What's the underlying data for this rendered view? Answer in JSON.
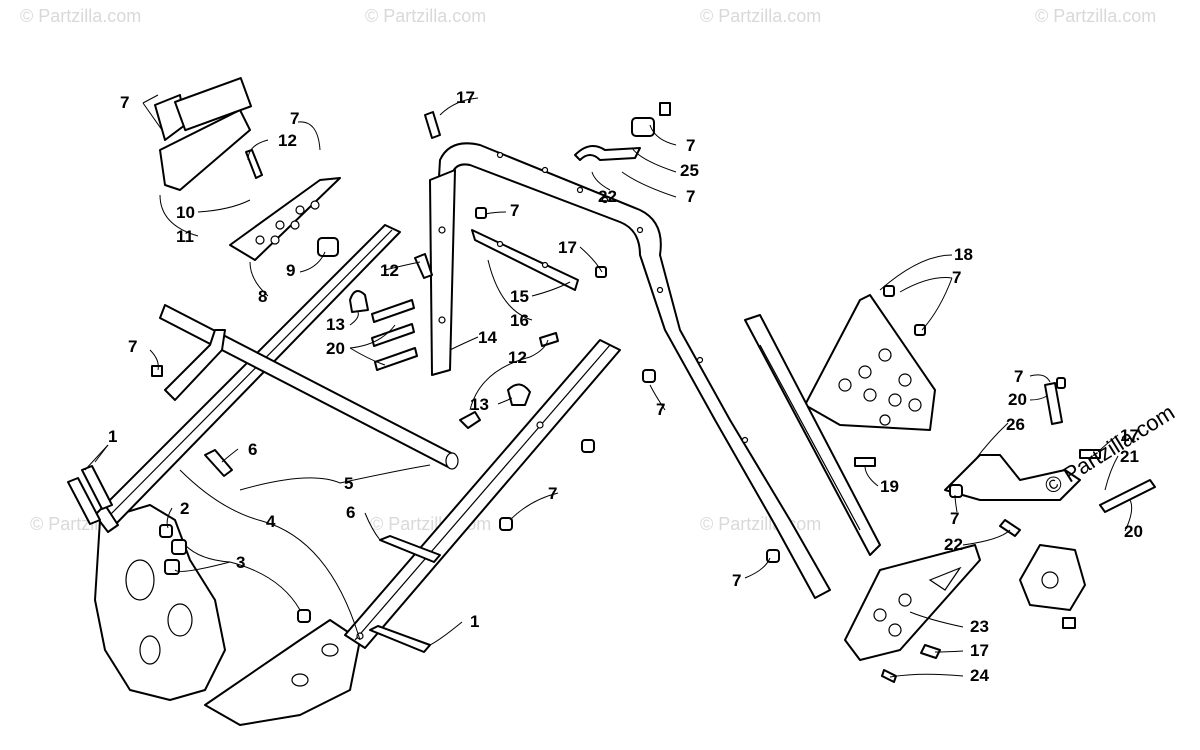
{
  "diagram": {
    "watermark_text": "© Partzilla.com",
    "brand_text": "© Partzilla.com",
    "callouts": [
      {
        "id": "c7a",
        "label": "7"
      },
      {
        "id": "c17a",
        "label": "17"
      },
      {
        "id": "c7b",
        "label": "7"
      },
      {
        "id": "c12a",
        "label": "12"
      },
      {
        "id": "c10",
        "label": "10"
      },
      {
        "id": "c11",
        "label": "11"
      },
      {
        "id": "c9",
        "label": "9"
      },
      {
        "id": "c8",
        "label": "8"
      },
      {
        "id": "c7c",
        "label": "7"
      },
      {
        "id": "c25",
        "label": "25"
      },
      {
        "id": "c22a",
        "label": "22"
      },
      {
        "id": "c7d",
        "label": "7"
      },
      {
        "id": "c7e",
        "label": "7"
      },
      {
        "id": "c17b",
        "label": "17"
      },
      {
        "id": "c18",
        "label": "18"
      },
      {
        "id": "c7f",
        "label": "7"
      },
      {
        "id": "c12b",
        "label": "12"
      },
      {
        "id": "c15",
        "label": "15"
      },
      {
        "id": "c16",
        "label": "16"
      },
      {
        "id": "c13a",
        "label": "13"
      },
      {
        "id": "c20a",
        "label": "20"
      },
      {
        "id": "c14",
        "label": "14"
      },
      {
        "id": "c7g",
        "label": "7"
      },
      {
        "id": "c12c",
        "label": "12"
      },
      {
        "id": "c13b",
        "label": "13"
      },
      {
        "id": "c7h",
        "label": "7"
      },
      {
        "id": "c1a",
        "label": "1"
      },
      {
        "id": "c6a",
        "label": "6"
      },
      {
        "id": "c7i",
        "label": "7"
      },
      {
        "id": "c20b",
        "label": "20"
      },
      {
        "id": "c26",
        "label": "26"
      },
      {
        "id": "c17c",
        "label": "17"
      },
      {
        "id": "c21",
        "label": "21"
      },
      {
        "id": "c2",
        "label": "2"
      },
      {
        "id": "c5",
        "label": "5"
      },
      {
        "id": "c4",
        "label": "4"
      },
      {
        "id": "c19",
        "label": "19"
      },
      {
        "id": "c7j",
        "label": "7"
      },
      {
        "id": "c3",
        "label": "3"
      },
      {
        "id": "c6b",
        "label": "6"
      },
      {
        "id": "c7k",
        "label": "7"
      },
      {
        "id": "c22b",
        "label": "22"
      },
      {
        "id": "c20c",
        "label": "20"
      },
      {
        "id": "c7l",
        "label": "7"
      },
      {
        "id": "c23",
        "label": "23"
      },
      {
        "id": "c1b",
        "label": "1"
      },
      {
        "id": "c17d",
        "label": "17"
      },
      {
        "id": "c24",
        "label": "24"
      }
    ]
  }
}
